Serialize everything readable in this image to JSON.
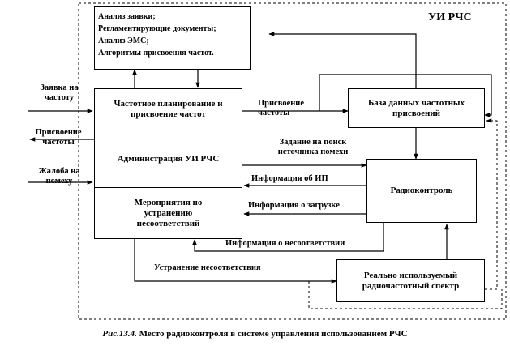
{
  "diagram": {
    "system_title": "УИ РЧС",
    "analysis_lines": [
      "Анализ заявки;",
      "Регламентирующие   документы;",
      "Анализ  ЭМС;",
      "Алгоритмы  присвоения  частот."
    ],
    "main_box": {
      "planning": "Частотное планирование и присвоение частот",
      "administration": "Администрация УИ РЧС",
      "measures": "Мероприятия по устранению несоответствий"
    },
    "database_box": "База данных частотных присвоений",
    "radiocontrol_box": "Радиоконтроль",
    "spectrum_box": "Реально используемый радиочастотный спектр",
    "labels": {
      "request": "Заявка на частоту",
      "assign_out": "Присвоение частоты",
      "complaint": "Жалоба на помеху",
      "assign_to_db": "Присвоение частоты",
      "task_search": "Задание на поиск источника помехи",
      "info_ip": "Информация  об  ИП",
      "info_load": "Информация  о  загрузке",
      "info_mismatch": "Информация  о  несоответствии",
      "fix_mismatch": "Устранение  несоответствия"
    }
  },
  "caption": {
    "figure_label": "Рис.13.4.",
    "text": " Место радиоконтроля в системе управления использованием РЧС"
  }
}
